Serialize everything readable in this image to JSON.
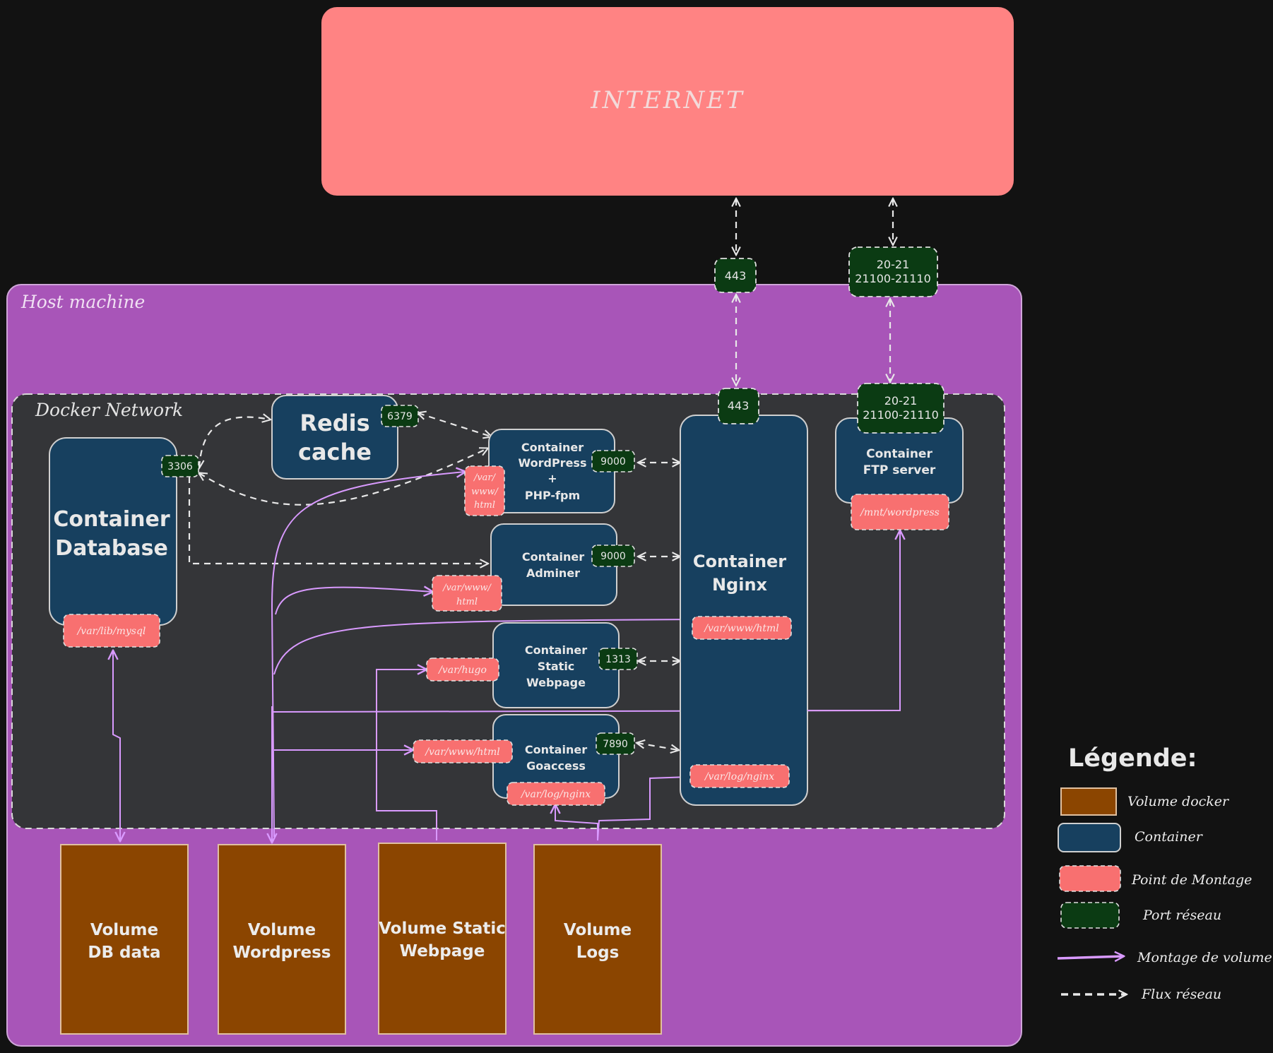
{
  "internet": {
    "label": "INTERNET"
  },
  "host": {
    "label": "Host machine"
  },
  "network": {
    "label": "Docker Network"
  },
  "ports": {
    "internet_443": "443",
    "internet_ftp_line1": "20-21",
    "internet_ftp_line2": "21100-21110",
    "nginx_443": "443",
    "ftp_line1": "20-21",
    "ftp_line2": "21100-21110",
    "redis": "6379",
    "database": "3306",
    "wordpress": "9000",
    "adminer": "9000",
    "static": "1313",
    "goaccess": "7890"
  },
  "containers": {
    "redis": {
      "line1": "Redis",
      "line2": "cache"
    },
    "database": {
      "line1": "Container",
      "line2": "Database"
    },
    "wordpress": {
      "line1": "Container",
      "line2": "WordPress",
      "line3": "+",
      "line4": "PHP-fpm"
    },
    "adminer": {
      "line1": "Container",
      "line2": "Adminer"
    },
    "static": {
      "line1": "Container",
      "line2": "Static",
      "line3": "Webpage"
    },
    "goaccess": {
      "line1": "Container",
      "line2": "Goaccess"
    },
    "nginx": {
      "line1": "Container",
      "line2": "Nginx"
    },
    "ftp": {
      "line1": "Container",
      "line2": "FTP server"
    }
  },
  "mounts": {
    "mysql": "/var/lib/mysql",
    "wp_line1": "/var/",
    "wp_line2": "www/",
    "wp_line3": "html",
    "adminer_line1": "/var/www/",
    "adminer_line2": "html",
    "nginx_html": "/var/www/html",
    "hugo": "/var/hugo",
    "goaccess_html": "/var/www/html",
    "goaccess_log": "/var/log/nginx",
    "nginx_log": "/var/log/nginx",
    "ftp": "/mnt/wordpress"
  },
  "volumes": {
    "db": {
      "line1": "Volume",
      "line2": "DB data"
    },
    "wordpress": {
      "line1": "Volume",
      "line2": "Wordpress"
    },
    "static": {
      "line1": "Volume Static",
      "line2": "Webpage"
    },
    "logs": {
      "line1": "Volume",
      "line2": "Logs"
    }
  },
  "legend": {
    "title": "Légende:",
    "volume": "Volume docker",
    "container": "Container",
    "mount": "Point de Montage",
    "port": "Port réseau",
    "volume_mount": "Montage de volume",
    "network_flow": "Flux réseau"
  },
  "colors": {
    "background": "#121212",
    "internet": "#ff8383",
    "host": "#a855b8",
    "network": "#343538",
    "container": "#17405f",
    "mount": "#f87070",
    "port": "#0b3b13",
    "volume": "#8b4500",
    "volume_mount_arrow": "#d99aff",
    "network_flow_arrow": "#e8e8e8"
  }
}
